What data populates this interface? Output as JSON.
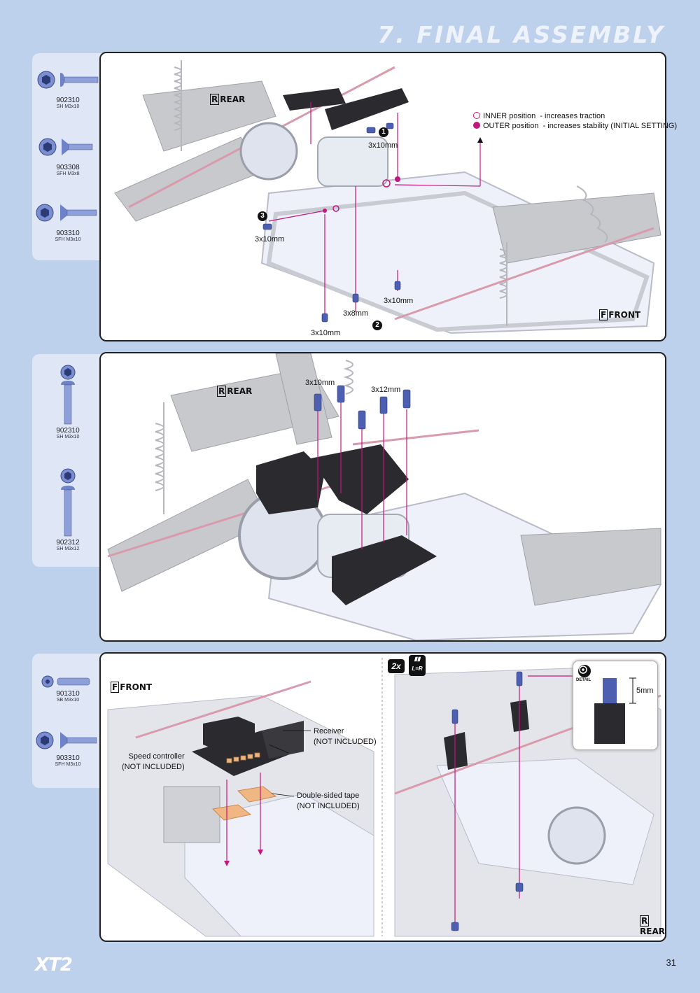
{
  "header": {
    "title": "7. FINAL ASSEMBLY"
  },
  "footer": {
    "logo": "XT2",
    "page_number": "31"
  },
  "section1": {
    "parts": [
      {
        "code": "902310",
        "desc": "SH M3x10"
      },
      {
        "code": "903308",
        "desc": "SFH M3x8"
      },
      {
        "code": "903310",
        "desc": "SFH M3x10"
      }
    ],
    "rear_label": "REAR",
    "front_label": "FRONT",
    "screw_labels": [
      "3x10mm",
      "3x10mm",
      "3x8mm",
      "3x10mm",
      "3x10mm"
    ],
    "steps": [
      "1",
      "2",
      "3"
    ],
    "legend": {
      "inner_position": "INNER position",
      "inner_desc": "- increases traction",
      "outer_position": "OUTER position",
      "outer_desc": "- increases stability (INITIAL SETTING)"
    },
    "colors": {
      "accent": "#c2177e",
      "screw": "#4c5fb0"
    }
  },
  "section2": {
    "parts": [
      {
        "code": "902310",
        "desc": "SH M3x10"
      },
      {
        "code": "902312",
        "desc": "SH M3x12"
      }
    ],
    "rear_label": "REAR",
    "screw_labels": [
      "3x10mm",
      "3x12mm"
    ]
  },
  "section3": {
    "parts": [
      {
        "code": "901310",
        "desc": "SB M3x10"
      },
      {
        "code": "903310",
        "desc": "SFH M3x10"
      }
    ],
    "front_label": "FRONT",
    "rear_label": "REAR",
    "receiver": [
      "Receiver",
      "(NOT INCLUDED)"
    ],
    "speed_controller": [
      "Speed controller",
      "(NOT INCLUDED)"
    ],
    "tape": [
      "Double-sided tape",
      "(NOT INCLUDED)"
    ],
    "badge_qty": "2x",
    "badge_lr": "L=R",
    "detail_label": "DETAIL",
    "detail_dim": "5mm"
  }
}
